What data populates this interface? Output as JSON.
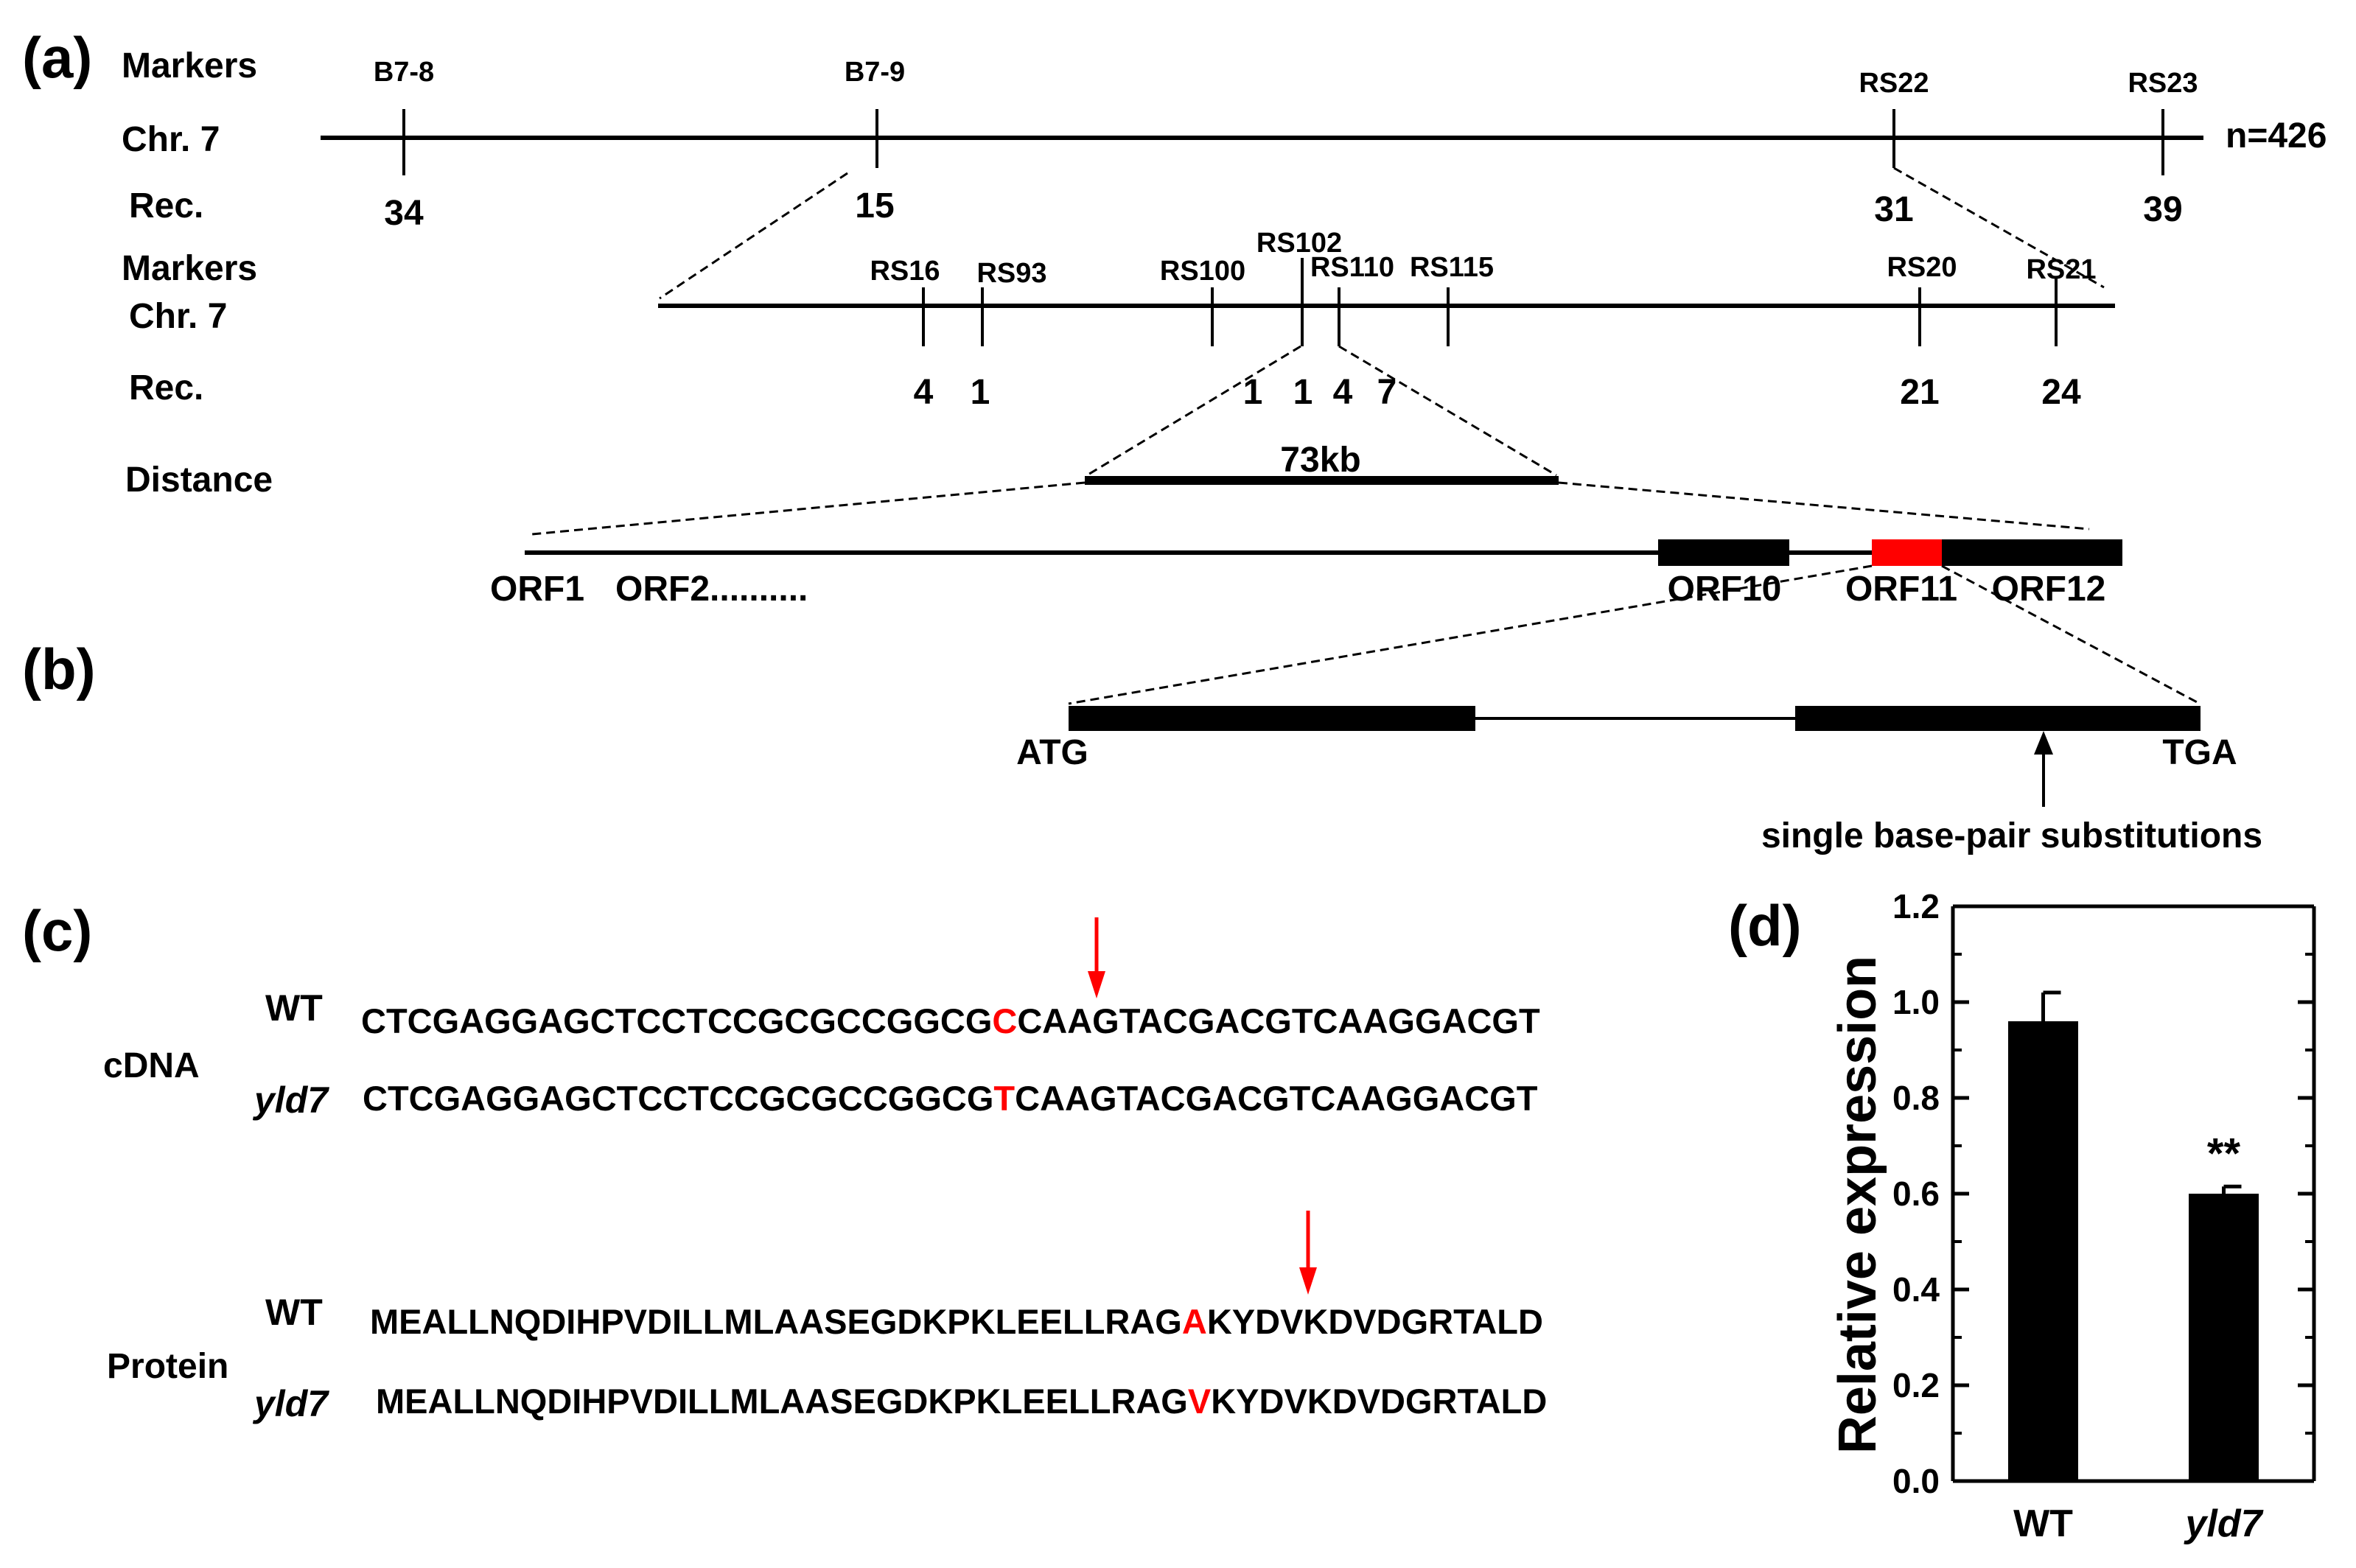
{
  "panels": {
    "a": "(a)",
    "b": "(b)",
    "c": "(c)",
    "d": "(d)"
  },
  "map": {
    "row_labels": {
      "markers": "Markers",
      "chr": "Chr. 7",
      "rec": "Rec.",
      "markers2": "Markers",
      "chr2": "Chr. 7",
      "rec2": "Rec.",
      "distance": "Distance"
    },
    "n_label": "n=426",
    "coarse_markers": [
      {
        "name": "B7-8",
        "rec": "34"
      },
      {
        "name": "B7-9",
        "rec": "15"
      },
      {
        "name": "RS22",
        "rec": "31"
      },
      {
        "name": "RS23",
        "rec": "39"
      }
    ],
    "fine_markers": [
      {
        "name": "RS16",
        "rec": "4"
      },
      {
        "name": "RS93",
        "rec": "1"
      },
      {
        "name": "RS100",
        "rec": "1"
      },
      {
        "name": "RS102",
        "rec": "1"
      },
      {
        "name": "RS110",
        "rec": "4"
      },
      {
        "name": "RS115",
        "rec": "7"
      },
      {
        "name": "RS20",
        "rec": "21"
      },
      {
        "name": "RS21",
        "rec": "24"
      }
    ],
    "distance_label": "73kb",
    "orfs": {
      "orf1": "ORF1",
      "orf2": "ORF2..........",
      "orf10": "ORF10",
      "orf11": "ORF11",
      "orf12": "ORF12"
    }
  },
  "gene": {
    "start": "ATG",
    "end": "TGA",
    "mutation_note": "single base-pair substitutions"
  },
  "sequences": {
    "cdna_label": "cDNA",
    "protein_label": "Protein",
    "wt": "WT",
    "mut": "yld7",
    "cdna": {
      "wt_pre": "CTCGAGGAGCTCCTCCGCGCCGGCG",
      "wt_snp": "C",
      "wt_post": "CAAGTACGACGTCAAGGACGT",
      "mut_pre": "CTCGAGGAGCTCCTCCGCGCCGGCG",
      "mut_snp": "T",
      "mut_post": "CAAGTACGACGTCAAGGACGT"
    },
    "protein": {
      "wt_pre": "MEALLNQDIHPVDILLMLAASEGDKPKLEELLRAG",
      "wt_snp": "A",
      "wt_post": "KYDVKDVDGRTALD",
      "mut_pre": "MEALLNQDIHPVDILLMLAASEGDKPKLEELLRAG",
      "mut_snp": "V",
      "mut_post": "KYDVKDVDGRTALD"
    }
  },
  "colors": {
    "mutation": "#ff0000",
    "bar": "#000000"
  },
  "chart_data": {
    "type": "bar",
    "categories": [
      "WT",
      "yld7"
    ],
    "values": [
      0.96,
      0.6
    ],
    "errors": [
      0.06,
      0.015
    ],
    "significance": [
      "",
      "**"
    ],
    "ylabel": "Relative expression",
    "ylim": [
      0.0,
      1.2
    ],
    "yticks": [
      "0.0",
      "0.2",
      "0.4",
      "0.6",
      "0.8",
      "1.0",
      "1.2"
    ],
    "grid": false
  }
}
